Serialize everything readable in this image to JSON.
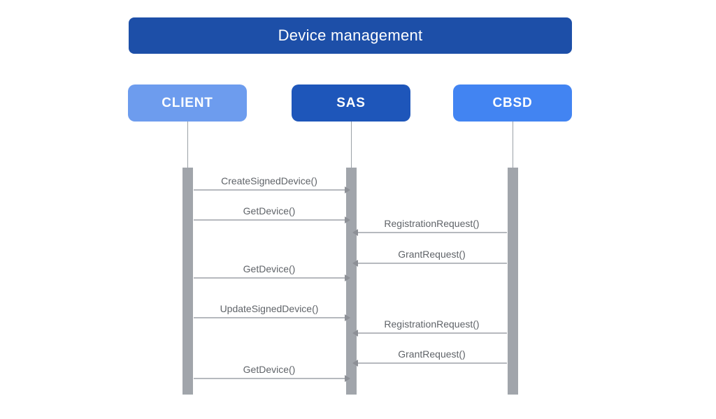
{
  "title": "Device management",
  "actors": [
    {
      "id": "client",
      "label": "CLIENT",
      "color": "#6d9cee"
    },
    {
      "id": "sas",
      "label": "SAS",
      "color": "#1e56ba"
    },
    {
      "id": "cbsd",
      "label": "CBSD",
      "color": "#4284f2"
    }
  ],
  "messages": [
    {
      "label": "CreateSignedDevice()",
      "from": "client",
      "to": "sas"
    },
    {
      "label": "GetDevice()",
      "from": "client",
      "to": "sas"
    },
    {
      "label": "RegistrationRequest()",
      "from": "cbsd",
      "to": "sas"
    },
    {
      "label": "GrantRequest()",
      "from": "cbsd",
      "to": "sas"
    },
    {
      "label": "GetDevice()",
      "from": "client",
      "to": "sas"
    },
    {
      "label": "UpdateSignedDevice()",
      "from": "client",
      "to": "sas"
    },
    {
      "label": "RegistrationRequest()",
      "from": "cbsd",
      "to": "sas"
    },
    {
      "label": "GrantRequest()",
      "from": "cbsd",
      "to": "sas"
    },
    {
      "label": "GetDevice()",
      "from": "client",
      "to": "sas"
    }
  ],
  "colors": {
    "background": "#ffffff",
    "title_bg": "#1d4fa8",
    "title_text": "#ffffff",
    "actor_text": "#ffffff",
    "activation_bar": "#a1a5ab",
    "lifeline": "#9aa0a6",
    "arrow_line": "#b6b9be",
    "arrowhead": "#8d9096",
    "message_text": "#5f6368"
  }
}
